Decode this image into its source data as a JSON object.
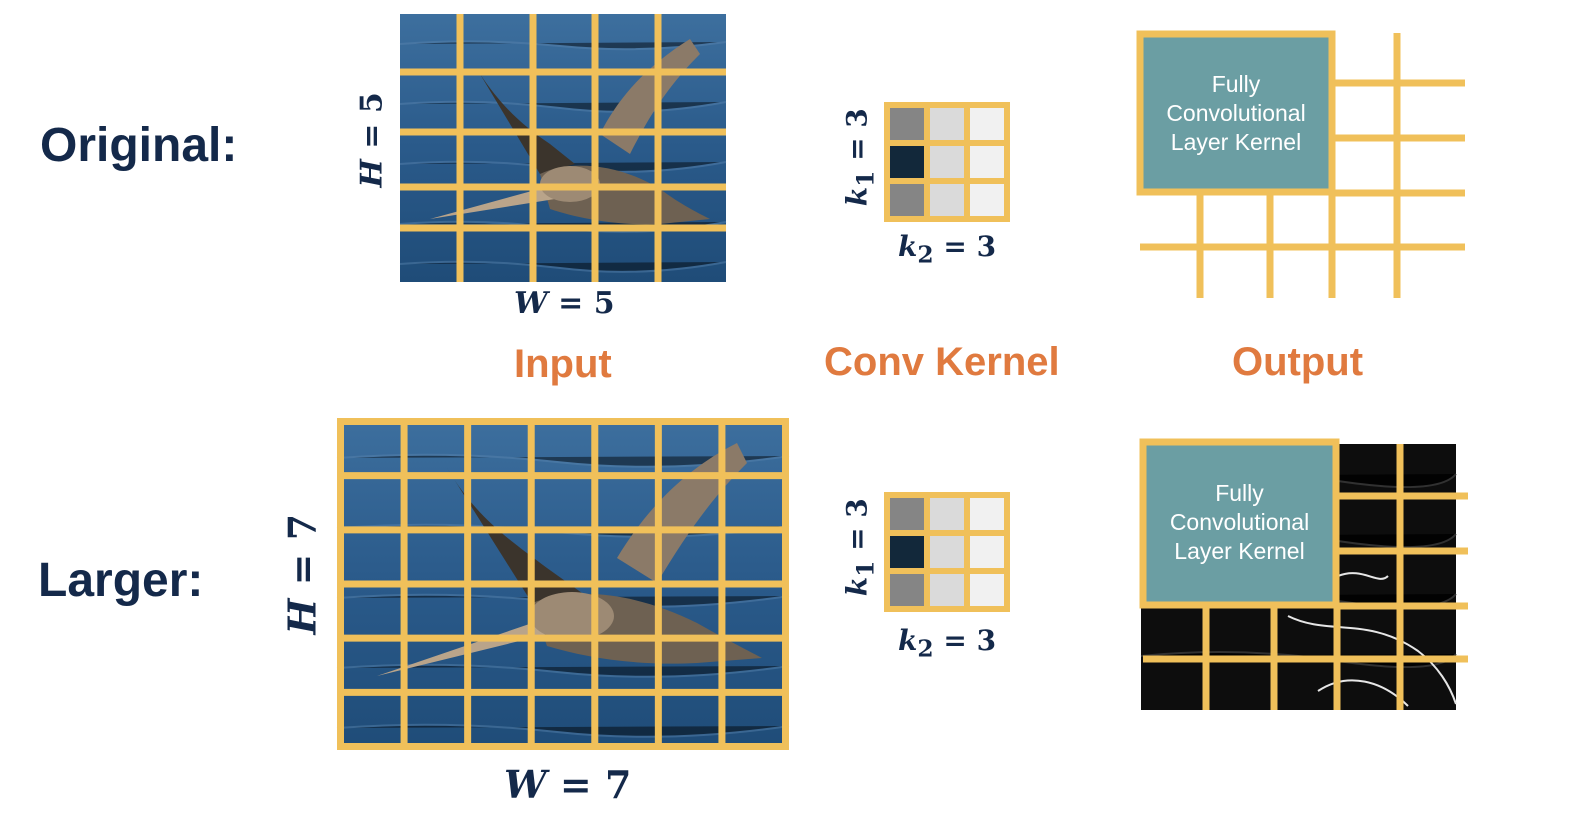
{
  "rows": {
    "original": "Original:",
    "larger": "Larger:"
  },
  "columns": {
    "input": "Input",
    "kernel": "Conv Kernel",
    "output": "Output"
  },
  "original": {
    "w_var": "W",
    "w_val": "5",
    "h_var": "H",
    "h_val": "5",
    "k1_var": "k",
    "k1_sub": "1",
    "k1_val": "3",
    "k2_var": "k",
    "k2_sub": "2",
    "k2_val": "3"
  },
  "larger": {
    "w_var": "W",
    "w_val": "7",
    "h_var": "H",
    "h_val": "7",
    "k1_var": "k",
    "k1_sub": "1",
    "k1_val": "3",
    "k2_var": "k",
    "k2_sub": "2",
    "k2_val": "3"
  },
  "fck": {
    "line1": "Fully",
    "line2": "Convolutional",
    "line3": "Layer Kernel"
  },
  "colors": {
    "grid": "#f0c05a",
    "teal": "#6b9ea3",
    "navy": "#14294a",
    "orange": "#e07a3f",
    "water": "#2f5f8f"
  },
  "kernel_cells": [
    [
      "#858585",
      "#dadada",
      "#f1f1f1"
    ],
    [
      "#12283a",
      "#dadada",
      "#f1f1f1"
    ],
    [
      "#858585",
      "#dadada",
      "#f1f1f1"
    ]
  ]
}
